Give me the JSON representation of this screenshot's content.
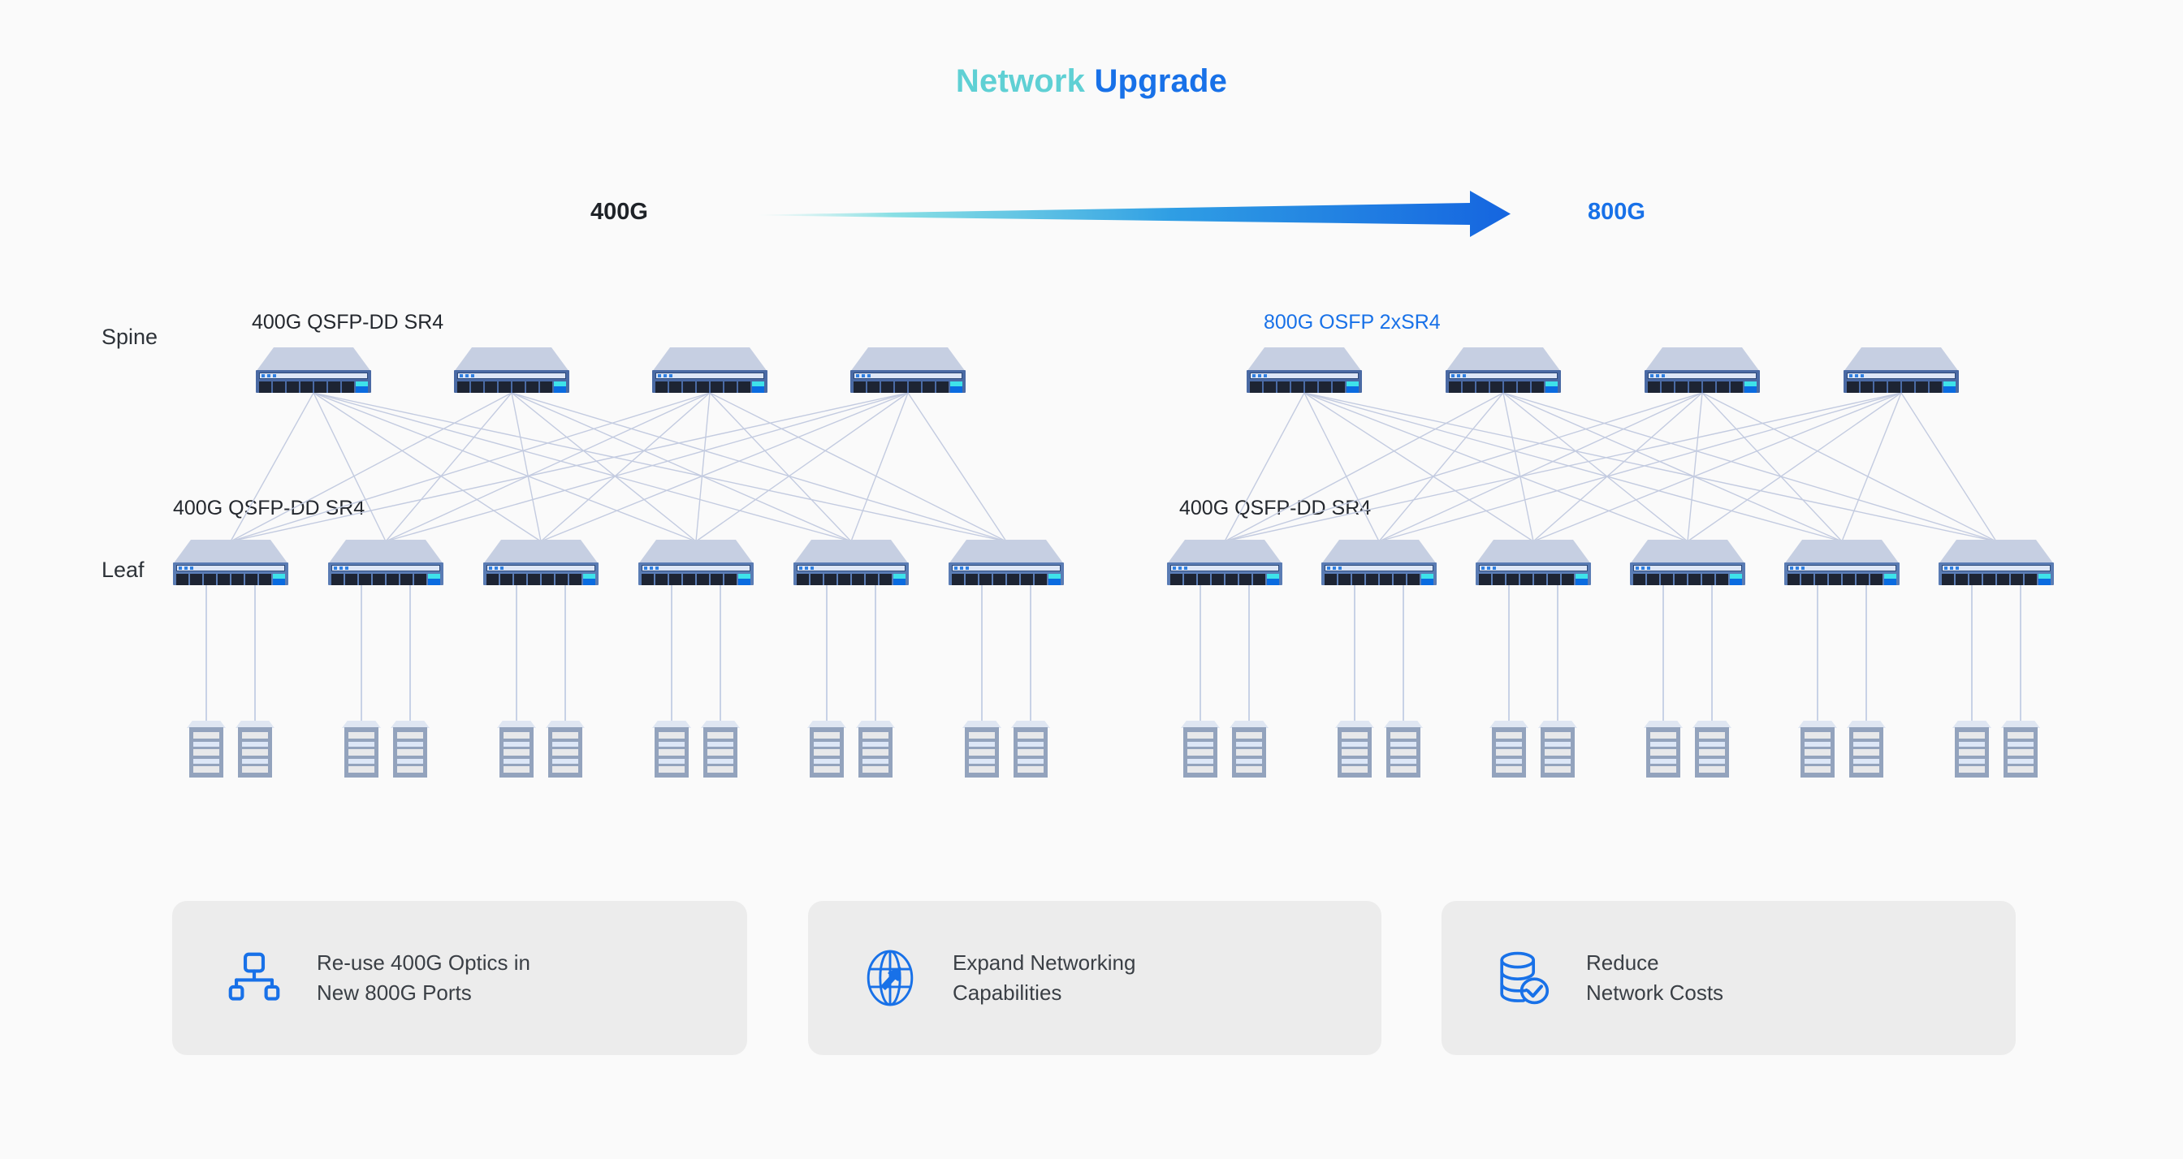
{
  "page": {
    "background": "#fafafa",
    "accent_teal": "#5fd0d4",
    "accent_blue": "#1871e8"
  },
  "title": {
    "part_a": "Network ",
    "part_b": "Upgrade"
  },
  "transition": {
    "from_label": "400G",
    "to_label": "800G",
    "from_color": "#1f2328",
    "to_color": "#1871e8",
    "arrow_icon": "right-arrow-gradient-icon"
  },
  "tiers": {
    "spine_label": "Spine",
    "leaf_label": "Leaf"
  },
  "fabrics": [
    {
      "side": "left",
      "name": "existing-400g-fabric",
      "spine_optic": "400G QSFP-DD SR4",
      "spine_optic_color": "#24282e",
      "leaf_optic": "400G QSFP-DD SR4",
      "leaf_optic_color": "#24282e",
      "spine_count": 4,
      "leaf_count": 6,
      "racks_per_leaf": 2
    },
    {
      "side": "right",
      "name": "upgraded-800g-fabric",
      "spine_optic": "800G OSFP 2xSR4",
      "spine_optic_color": "#1871e8",
      "leaf_optic": "400G QSFP-DD SR4",
      "leaf_optic_color": "#24282e",
      "spine_count": 4,
      "leaf_count": 6,
      "racks_per_leaf": 2
    }
  ],
  "benefit_cards": [
    {
      "icon": "network-topology-icon",
      "text": "Re-use 400G Optics in\nNew 800G Ports"
    },
    {
      "icon": "globe-arrow-icon",
      "text": "Expand Networking\nCapabilities"
    },
    {
      "icon": "database-check-icon",
      "text": "Reduce\nNetwork Costs"
    }
  ]
}
